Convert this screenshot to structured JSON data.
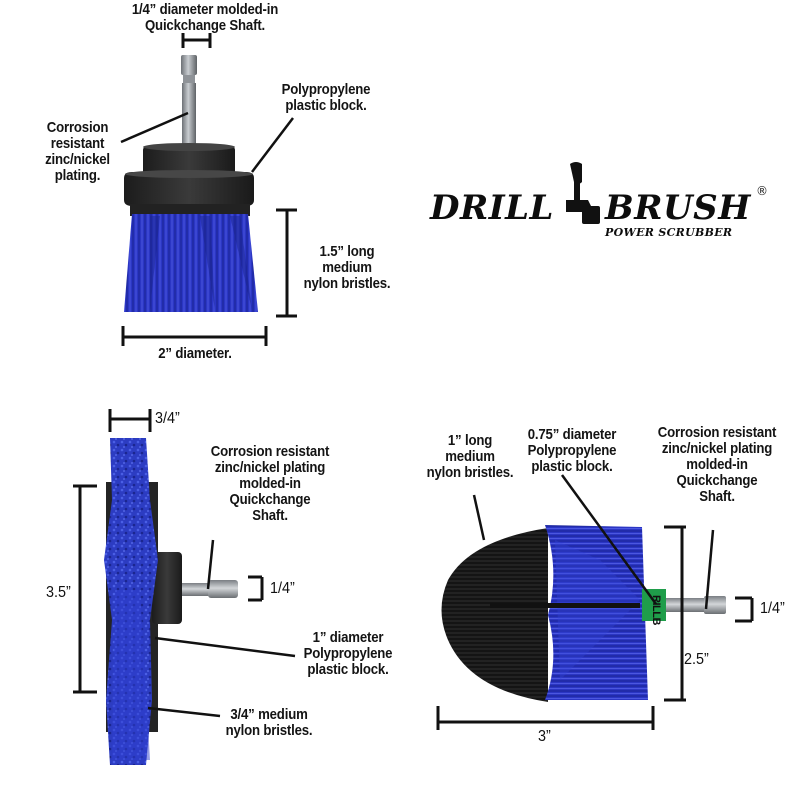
{
  "logo": {
    "word_left": "DRILL",
    "word_right": "BRUSH",
    "tagline": "POWER SCRUBBER",
    "registered_mark": "®"
  },
  "colors": {
    "bristle_blue": "#2430b8",
    "bristle_black": "#141414",
    "block_black": "#2a2a2a",
    "shaft_steel": "#a9adb1",
    "label_green": "#1f9d4a",
    "line": "#111111",
    "background": "#ffffff"
  },
  "top_brush": {
    "shaft_label": [
      "1/4” diameter molded-in",
      "Quickchange Shaft."
    ],
    "plating_label": [
      "Corrosion",
      "resistant",
      "zinc/nickel",
      "plating."
    ],
    "block_label": [
      "Polypropylene",
      "plastic block."
    ],
    "bristle_label": [
      "1.5” long",
      "medium",
      "nylon bristles."
    ],
    "diameter_label": "2” diameter."
  },
  "flat_brush": {
    "width_dim": "3/4”",
    "height_dim": "3.5”",
    "shaft_dim": "1/4”",
    "plating_label": [
      "Corrosion resistant",
      "zinc/nickel plating",
      "molded-in",
      "Quickchange",
      "Shaft."
    ],
    "block_label": [
      "1” diameter",
      "Polypropylene",
      "plastic block."
    ],
    "bristle_label": [
      "3/4” medium",
      "nylon bristles."
    ]
  },
  "round_brush": {
    "bristle_label": [
      "1” long",
      "medium",
      "nylon bristles."
    ],
    "block_label": [
      "0.75” diameter",
      "Polypropylene",
      "plastic block."
    ],
    "plating_label": [
      "Corrosion resistant",
      "zinc/nickel plating",
      "molded-in",
      "Quickchange",
      "Shaft."
    ],
    "shaft_dim": "1/4”",
    "height_dim": "2.5”",
    "length_dim": "3”",
    "collar_text": "RILLB"
  }
}
